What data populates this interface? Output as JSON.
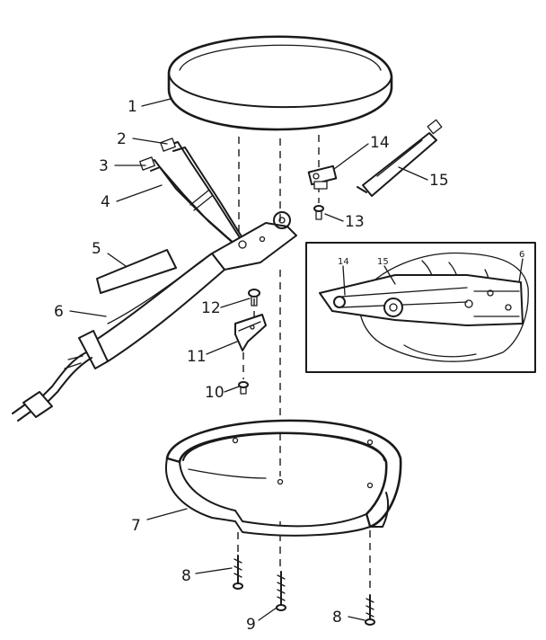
{
  "parts": [
    {
      "id": "p1",
      "label": "1",
      "name": "cover"
    },
    {
      "id": "p2",
      "label": "2",
      "name": "lead"
    },
    {
      "id": "p3",
      "label": "3",
      "name": "lead"
    },
    {
      "id": "p4",
      "label": "4",
      "name": "sleeve"
    },
    {
      "id": "p5",
      "label": "5",
      "name": "insulator"
    },
    {
      "id": "p6",
      "label": "6",
      "name": "cord-and-handle"
    },
    {
      "id": "p7",
      "label": "7",
      "name": "base"
    },
    {
      "id": "p8a",
      "label": "8",
      "name": "screw"
    },
    {
      "id": "p8b",
      "label": "8",
      "name": "screw"
    },
    {
      "id": "p9",
      "label": "9",
      "name": "screw"
    },
    {
      "id": "p10",
      "label": "10",
      "name": "screw"
    },
    {
      "id": "p11",
      "label": "11",
      "name": "bracket"
    },
    {
      "id": "p12",
      "label": "12",
      "name": "screw"
    },
    {
      "id": "p13",
      "label": "13",
      "name": "screw"
    },
    {
      "id": "p14",
      "label": "14",
      "name": "thermostat"
    },
    {
      "id": "p15",
      "label": "15",
      "name": "heating-element-lead"
    }
  ],
  "inset": {
    "labels": {
      "l14": "14",
      "l15": "15",
      "l6": "6"
    }
  },
  "colors": {
    "ink": "#1a1a1a",
    "paper": "#ffffff"
  }
}
